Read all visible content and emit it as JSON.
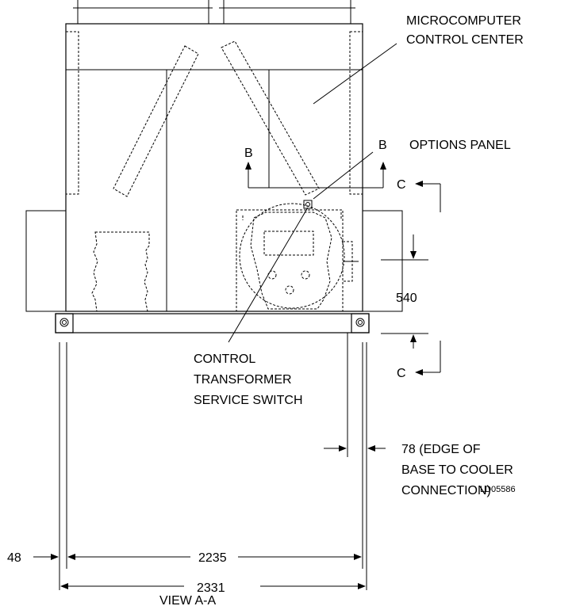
{
  "labels": {
    "microcomputer_line1": "MICROCOMPUTER",
    "microcomputer_line2": "CONTROL CENTER",
    "options_panel": "OPTIONS PANEL",
    "section_b_left": "B",
    "section_b_right": "B",
    "section_c_top": "C",
    "section_c_bottom": "C",
    "control_line1": "CONTROL",
    "control_line2": "TRANSFORMER",
    "control_line3": "SERVICE SWITCH",
    "edge_line1": "78 (EDGE OF",
    "edge_line2": "BASE TO COOLER",
    "edge_line3": "CONNECTION)",
    "drawing_id": "LD05586",
    "view_title": "VIEW A-A"
  },
  "dimensions": {
    "height_540": "540",
    "offset_48": "48",
    "inner_width": "2235",
    "overall_width": "2331"
  }
}
